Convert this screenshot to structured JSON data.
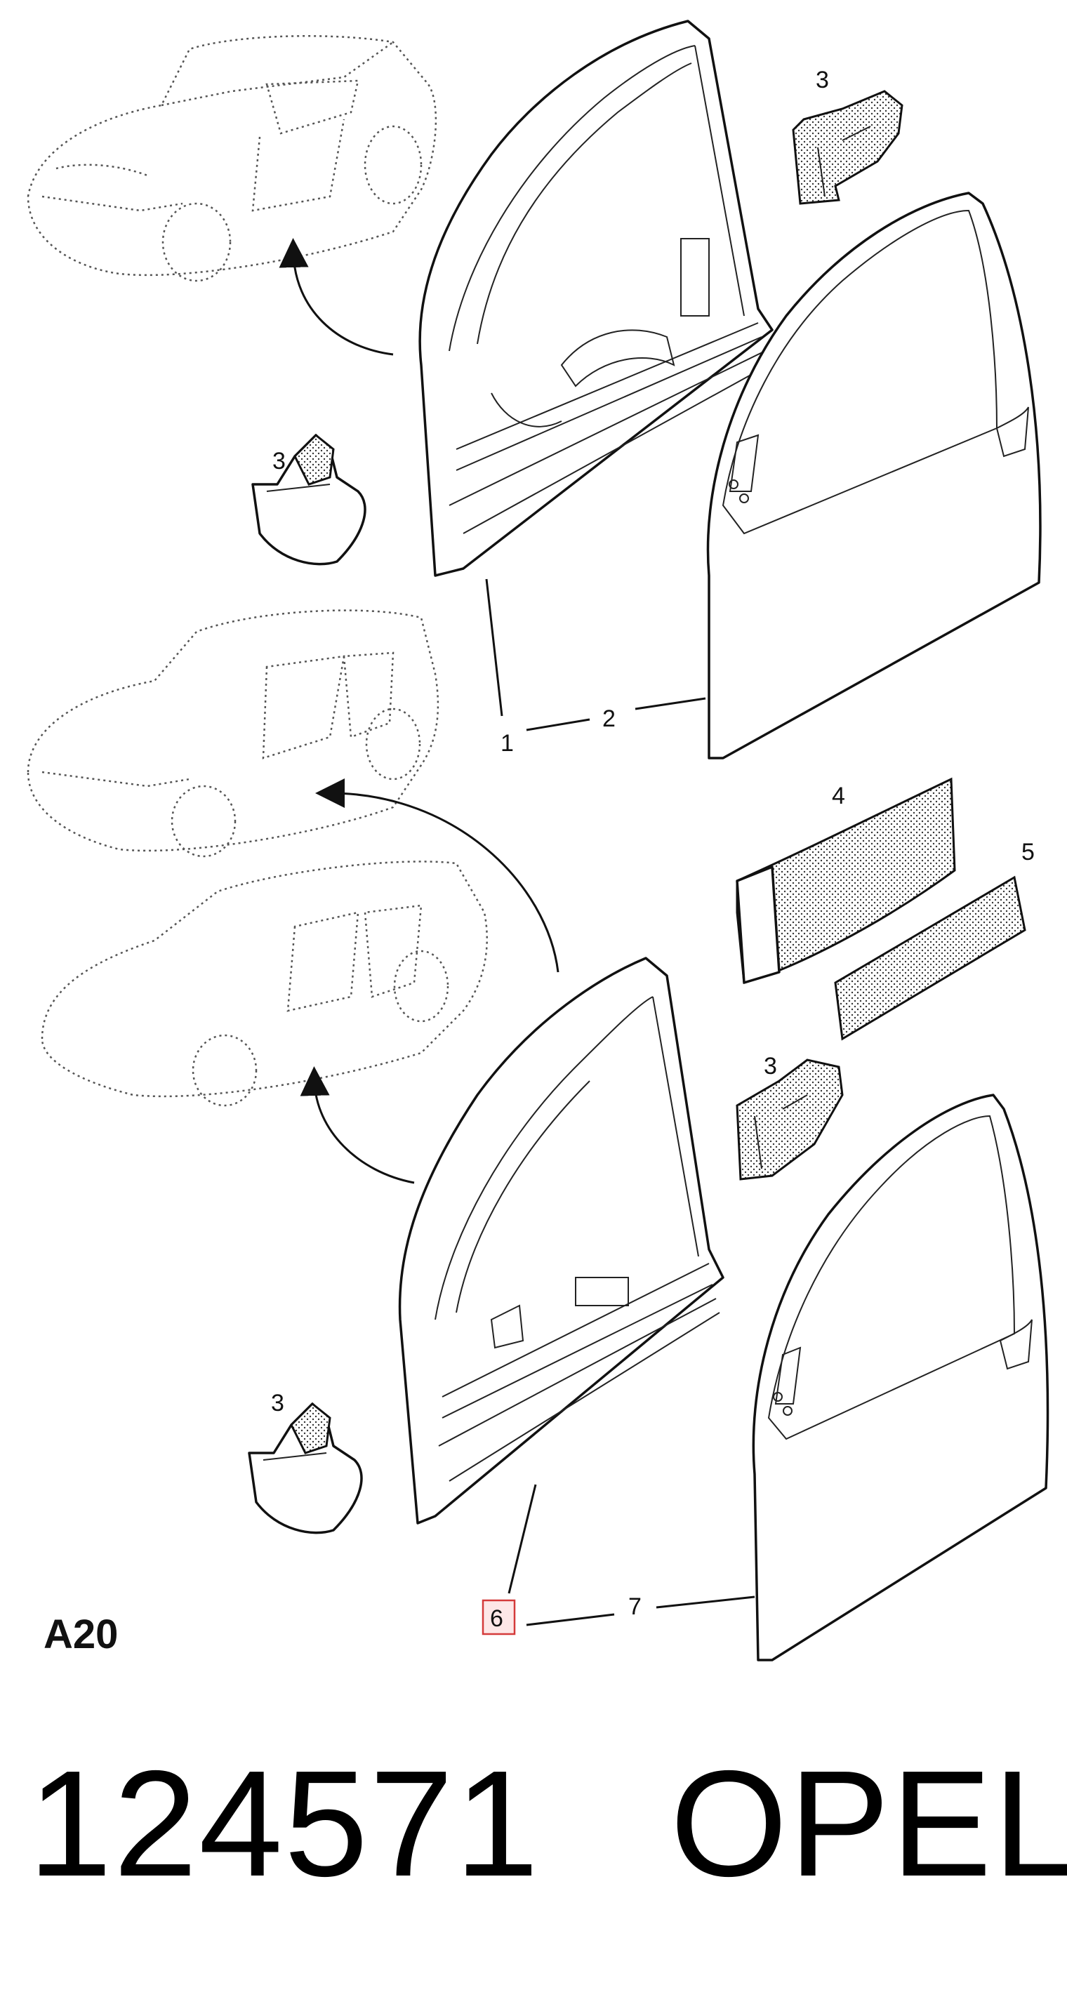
{
  "diagram": {
    "callouts": {
      "c1": "1",
      "c2": "2",
      "c3a": "3",
      "c3b": "3",
      "c3c": "3",
      "c3d": "3",
      "c4": "4",
      "c5": "5",
      "c6": "6",
      "c7": "7"
    },
    "highlighted_callout": "6",
    "page_code": "A20"
  },
  "footer": {
    "part_number": "124571",
    "brand": "OPEL"
  },
  "colors": {
    "highlight_fill": "#fde7e7",
    "highlight_border": "#d43a3a",
    "ink": "#111111"
  }
}
